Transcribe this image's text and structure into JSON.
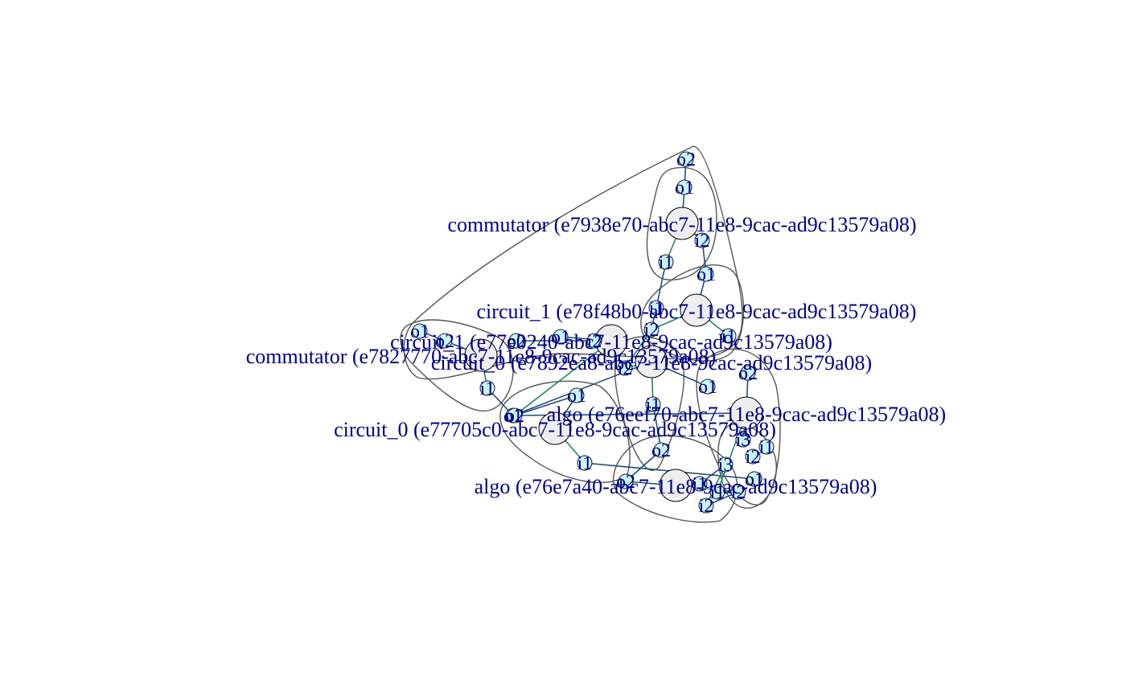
{
  "colors": {
    "background": "#ffffff",
    "label": "#00008b",
    "hull": "#555555",
    "edge_green": "#1a8a5a",
    "edge_blue": "#1f4e79",
    "component_fill": "#eeeeee",
    "port_fill": "#c9f5f5"
  },
  "groups": [
    {
      "id": "g-commutator-top",
      "members": [
        "commutator_top",
        "t_o2",
        "t_o1",
        "t_i1",
        "t_i2"
      ]
    },
    {
      "id": "g-outer-chain",
      "members": [
        "t_o2",
        "t_i2",
        "c1_o1",
        "c1_i1",
        "c1_i2",
        "cc1_o1",
        "cc1_i1",
        "cc1_i2",
        "cc1_o2",
        "cL_o1",
        "cL_i1"
      ]
    },
    {
      "id": "g-circuit-1",
      "members": [
        "circuit_1",
        "c1_o1",
        "c1_i1",
        "c1_i2"
      ]
    },
    {
      "id": "g-commutator-left",
      "members": [
        "commutator_left",
        "cL_o1",
        "cL_o2",
        "cL_i1"
      ]
    },
    {
      "id": "g-circuit-0-mid",
      "members": [
        "circuit_0_mid",
        "cM_o1",
        "cM_o2",
        "cM_i1",
        "cM_i2"
      ]
    },
    {
      "id": "g-algo-top",
      "members": [
        "algo_top",
        "aT_o1",
        "aT_i1",
        "aT_i2",
        "aT_o2",
        "aT_i3"
      ]
    },
    {
      "id": "g-circuit-0-low",
      "members": [
        "circuit_0_low",
        "c0_o1",
        "c0_o2",
        "c0_i1"
      ]
    },
    {
      "id": "g-algo-bottom",
      "members": [
        "algo_bottom",
        "ab_o2",
        "ab_i1",
        "ab_i2",
        "ab_i3",
        "ab_o1"
      ]
    },
    {
      "id": "g-right-ports",
      "members": [
        "aT_i3",
        "r_i1",
        "r_i2",
        "r_i3",
        "r_o1",
        "r_o2",
        "r_i2b"
      ]
    }
  ],
  "nodes": [
    {
      "id": "commutator_top",
      "type": "component",
      "label": "commutator (e7938e70-abc7-11e8-9cac-ad9c13579a08)"
    },
    {
      "id": "circuit_1",
      "type": "component",
      "label": "circuit_1 (e78f48b0-abc7-11e8-9cac-ad9c13579a08)"
    },
    {
      "id": "circuit_1_b",
      "type": "component",
      "label": "circuit_1 (e77e0240-abc7-11e8-9cac-ad9c13579a08)"
    },
    {
      "id": "commutator_left",
      "type": "component",
      "label": "commutator (e7827770-abc7-11e8-9cac-ad9c13579a08)"
    },
    {
      "id": "circuit_0_mid",
      "type": "component",
      "label": "circuit_0 (e7892ea8-abc7-11e8-9cac-ad9c13579a08)"
    },
    {
      "id": "algo_top",
      "type": "component",
      "label": "algo (e76eef70-abc7-11e8-9cac-ad9c13579a08)"
    },
    {
      "id": "circuit_0_low",
      "type": "component",
      "label": "circuit_0 (e77705c0-abc7-11e8-9cac-ad9c13579a08)"
    },
    {
      "id": "algo_bottom",
      "type": "component",
      "label": "algo (e76e7a40-abc7-11e8-9cac-ad9c13579a08)"
    },
    {
      "id": "t_o2",
      "type": "port",
      "label": "o2"
    },
    {
      "id": "t_o1",
      "type": "port",
      "label": "o1"
    },
    {
      "id": "t_i2",
      "type": "port",
      "label": "i2"
    },
    {
      "id": "t_i1",
      "type": "port",
      "label": "i1"
    },
    {
      "id": "c1_o1",
      "type": "port",
      "label": "o1"
    },
    {
      "id": "c1_i1",
      "type": "port",
      "label": "i1"
    },
    {
      "id": "c1_i2",
      "type": "port",
      "label": "i2"
    },
    {
      "id": "cc1_i1",
      "type": "port",
      "label": "i1"
    },
    {
      "id": "cc1_o1",
      "type": "port",
      "label": "o1"
    },
    {
      "id": "cc1_i2",
      "type": "port",
      "label": "i2"
    },
    {
      "id": "cc1_o2",
      "type": "port",
      "label": "o2"
    },
    {
      "id": "cL_o1",
      "type": "port",
      "label": "o1"
    },
    {
      "id": "cL_o2",
      "type": "port",
      "label": "o2"
    },
    {
      "id": "cL_i1",
      "type": "port",
      "label": "i1"
    },
    {
      "id": "cM_o1",
      "type": "port",
      "label": "o1"
    },
    {
      "id": "cM_i2",
      "type": "port",
      "label": "i2"
    },
    {
      "id": "cM_i1",
      "type": "port",
      "label": "i1"
    },
    {
      "id": "cM_o2",
      "type": "port",
      "label": "o2"
    },
    {
      "id": "aT_o1",
      "type": "port",
      "label": "o1"
    },
    {
      "id": "aT_o2",
      "type": "port",
      "label": "o2"
    },
    {
      "id": "aT_i1",
      "type": "port",
      "label": "i1"
    },
    {
      "id": "aT_i2",
      "type": "port",
      "label": "i2"
    },
    {
      "id": "aT_i3",
      "type": "port",
      "label": "i3"
    },
    {
      "id": "c0_o1",
      "type": "port",
      "label": "o1"
    },
    {
      "id": "c0_o2",
      "type": "port",
      "label": "o2"
    },
    {
      "id": "c0_i1",
      "type": "port",
      "label": "i1"
    },
    {
      "id": "ab_o2",
      "type": "port",
      "label": "o2"
    },
    {
      "id": "ab_o1",
      "type": "port",
      "label": "o1"
    },
    {
      "id": "ab_i1",
      "type": "port",
      "label": "i1"
    },
    {
      "id": "ab_i2",
      "type": "port",
      "label": "i2"
    },
    {
      "id": "ab_i3",
      "type": "port",
      "label": "i3"
    },
    {
      "id": "r_i1",
      "type": "port",
      "label": "i1"
    },
    {
      "id": "r_i2",
      "type": "port",
      "label": "i2"
    },
    {
      "id": "r_i3",
      "type": "port",
      "label": "i3"
    },
    {
      "id": "r_o1",
      "type": "port",
      "label": "o1"
    },
    {
      "id": "r_o2",
      "type": "port",
      "label": "o2"
    },
    {
      "id": "r_i2b",
      "type": "port",
      "label": "i2"
    }
  ],
  "edges": [
    {
      "from": "t_o2",
      "to": "t_o1",
      "color": "blue"
    },
    {
      "from": "t_o1",
      "to": "commutator_top",
      "color": "blue"
    },
    {
      "from": "commutator_top",
      "to": "t_i2",
      "color": "blue"
    },
    {
      "from": "commutator_top",
      "to": "t_i1",
      "color": "green"
    },
    {
      "from": "t_i2",
      "to": "c1_o1",
      "color": "blue"
    },
    {
      "from": "t_i1",
      "to": "c1_i1",
      "color": "blue"
    },
    {
      "from": "c1_o1",
      "to": "circuit_1",
      "color": "blue"
    },
    {
      "from": "circuit_1",
      "to": "c1_i2",
      "color": "green"
    },
    {
      "from": "circuit_1",
      "to": "cc1_i1",
      "color": "green"
    },
    {
      "from": "c1_i1",
      "to": "c1_i2",
      "color": "blue"
    },
    {
      "from": "cc1_o1",
      "to": "circuit_1_b",
      "color": "blue"
    },
    {
      "from": "circuit_1_b",
      "to": "cc1_i2",
      "color": "green"
    },
    {
      "from": "cc1_o2",
      "to": "circuit_1_b",
      "color": "blue"
    },
    {
      "from": "cL_o1",
      "to": "cL_o2",
      "color": "blue"
    },
    {
      "from": "cL_o2",
      "to": "commutator_left",
      "color": "blue"
    },
    {
      "from": "commutator_left",
      "to": "cL_i1",
      "color": "green"
    },
    {
      "from": "cL_i1",
      "to": "aT_o1",
      "color": "blue"
    },
    {
      "from": "cM_o1",
      "to": "circuit_0_mid",
      "color": "blue"
    },
    {
      "from": "circuit_0_mid",
      "to": "cM_i2",
      "color": "green"
    },
    {
      "from": "circuit_0_mid",
      "to": "cM_i1",
      "color": "green"
    },
    {
      "from": "cM_i1",
      "to": "cM_o2",
      "color": "blue"
    },
    {
      "from": "circuit_0_mid",
      "to": "aT_o1",
      "color": "blue"
    },
    {
      "from": "aT_o1",
      "to": "algo_top",
      "color": "blue"
    },
    {
      "from": "algo_top",
      "to": "aT_o2",
      "color": "blue"
    },
    {
      "from": "algo_top",
      "to": "r_i3",
      "color": "green"
    },
    {
      "from": "algo_top",
      "to": "r_i1",
      "color": "green"
    },
    {
      "from": "c0_o2",
      "to": "c0_o1",
      "color": "blue"
    },
    {
      "from": "c0_o1",
      "to": "circuit_0_low",
      "color": "blue"
    },
    {
      "from": "c0_o2",
      "to": "circuit_1_b",
      "color": "green"
    },
    {
      "from": "circuit_0_low",
      "to": "c0_i1",
      "color": "green"
    },
    {
      "from": "c0_i1",
      "to": "ab_o1",
      "color": "blue"
    },
    {
      "from": "ab_o2",
      "to": "algo_bottom",
      "color": "blue"
    },
    {
      "from": "algo_bottom",
      "to": "ab_i1",
      "color": "green"
    },
    {
      "from": "algo_bottom",
      "to": "ab_i2",
      "color": "green"
    },
    {
      "from": "ab_i1",
      "to": "ab_i3",
      "color": "blue"
    },
    {
      "from": "ab_i3",
      "to": "r_i2",
      "color": "green"
    },
    {
      "from": "r_i2",
      "to": "r_i2b",
      "color": "blue"
    },
    {
      "from": "r_i1",
      "to": "r_i2b",
      "color": "blue"
    },
    {
      "from": "cM_o2",
      "to": "ab_o2",
      "color": "blue"
    },
    {
      "from": "c1_i2",
      "to": "cM_i2",
      "color": "green"
    }
  ]
}
